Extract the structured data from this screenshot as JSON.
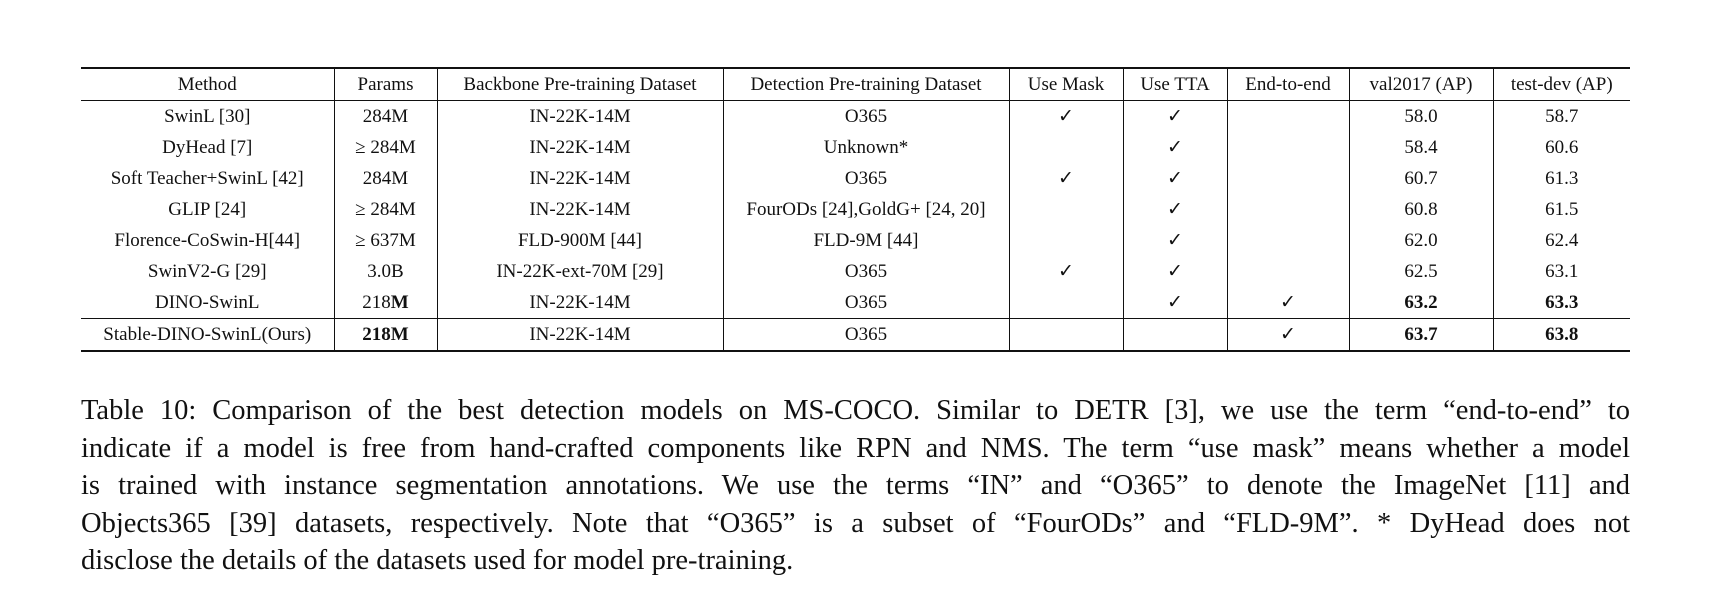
{
  "table": {
    "headers": [
      "Method",
      "Params",
      "Backbone Pre-training Dataset",
      "Detection Pre-training Dataset",
      "Use Mask",
      "Use TTA",
      "End-to-end",
      "val2017 (AP)",
      "test-dev (AP)"
    ],
    "rows": [
      [
        "SwinL [30]",
        "284M",
        "IN-22K-14M",
        "O365",
        "✓",
        "✓",
        "",
        "58.0",
        "58.7"
      ],
      [
        "DyHead [7]",
        "≥ 284M",
        "IN-22K-14M",
        "Unknown*",
        "",
        "✓",
        "",
        "58.4",
        "60.6"
      ],
      [
        "Soft Teacher+SwinL [42]",
        "284M",
        "IN-22K-14M",
        "O365",
        "✓",
        "✓",
        "",
        "60.7",
        "61.3"
      ],
      [
        "GLIP [24]",
        "≥ 284M",
        "IN-22K-14M",
        "FourODs [24],GoldG+ [24, 20]",
        "",
        "✓",
        "",
        "60.8",
        "61.5"
      ],
      [
        "Florence-CoSwin-H[44]",
        "≥ 637M",
        "FLD-900M [44]",
        "FLD-9M [44]",
        "",
        "✓",
        "",
        "62.0",
        "62.4"
      ],
      [
        "SwinV2-G [29]",
        "3.0B",
        "IN-22K-ext-70M [29]",
        "O365",
        "✓",
        "✓",
        "",
        "62.5",
        "63.1"
      ],
      [
        "DINO-SwinL",
        "218M",
        "IN-22K-14M",
        "O365",
        "",
        "✓",
        "✓",
        "63.2",
        "63.3"
      ],
      [
        "Stable-DINO-SwinL(Ours)",
        "218M",
        "IN-22K-14M",
        "O365",
        "",
        "",
        "✓",
        "63.7",
        "63.8"
      ]
    ]
  },
  "caption": {
    "lines": [
      "Table 10: Comparison of the best detection models on MS-COCO. Similar to DETR [3], we use the term “end-to-end” to",
      "indicate if a model is free from hand-crafted components like RPN and NMS. The term “use mask” means whether a model",
      "is trained with instance segmentation annotations.  We use the terms “IN” and “O365” to denote the ImageNet [11] and",
      "Objects365 [39] datasets, respectively.  Note that “O365” is a subset of “FourODs” and “FLD-9M”. * DyHead does not",
      "disclose the details of the datasets used for model pre-training."
    ]
  }
}
